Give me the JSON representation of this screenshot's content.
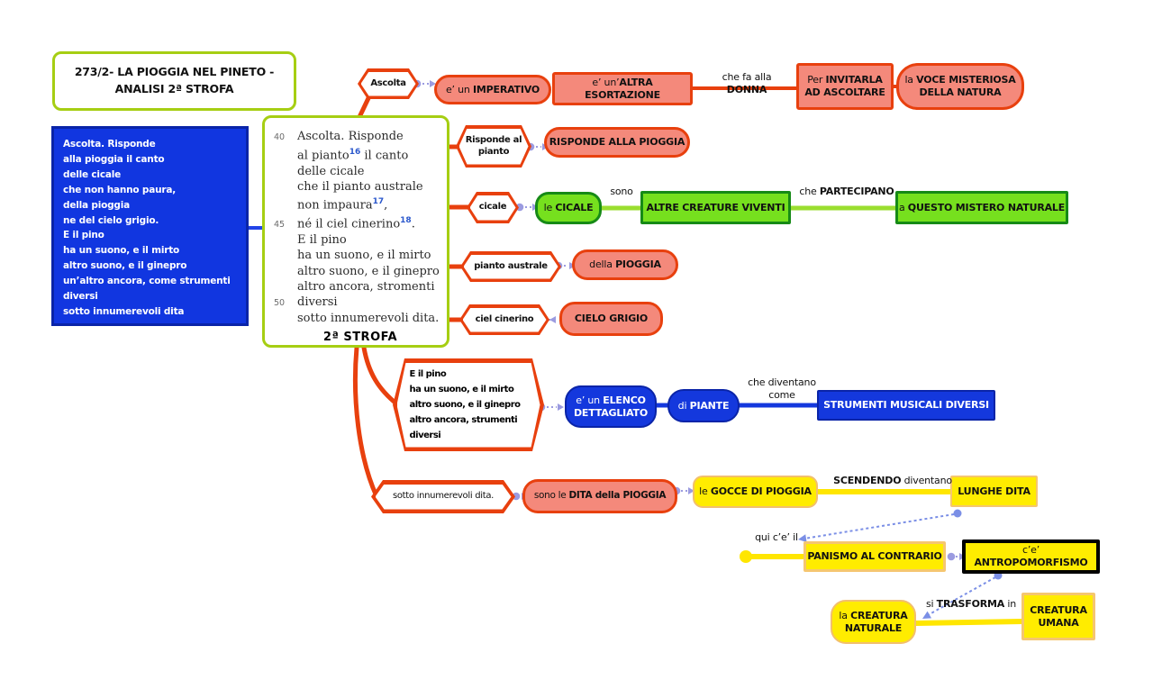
{
  "title": {
    "text": "273/2- LA PIOGGIA NEL PINETO - ANALISI 2ª STROFA"
  },
  "blue_box": {
    "lines": [
      "Ascolta. Risponde",
      "alla pioggia il canto",
      "delle cicale",
      "che non hanno paura,",
      "della pioggia",
      "ne del cielo grigio.",
      "E il pino",
      "ha un suono, e il mirto",
      "altro suono, e il ginepro",
      "un’altro ancora, come strumenti",
      "diversi",
      "sotto innumerevoli dita"
    ]
  },
  "center_box": {
    "lines": [
      {
        "n": "40",
        "t": "Ascolta. Risponde"
      },
      {
        "t": "al pianto",
        "sup": "16",
        "t2": " il canto"
      },
      {
        "t": "delle cicale"
      },
      {
        "t": "che il pianto australe"
      },
      {
        "t": "non impaura",
        "sup": "17",
        "t2": ","
      },
      {
        "n": "45",
        "t": "né il ciel cinerino",
        "sup": "18",
        "t2": "."
      },
      {
        "t": "E il pino"
      },
      {
        "t": "ha un suono, e il mirto"
      },
      {
        "t": "altro suono, e il ginepro"
      },
      {
        "t": "altro ancora, stromenti"
      },
      {
        "n": "50",
        "t": "diversi"
      },
      {
        "t": "sotto innumerevoli dita."
      }
    ],
    "strofa": "2ª STROFA"
  },
  "nodes": {
    "ascolta": {
      "bold": "Ascolta"
    },
    "imperativo": {
      "pre": "e’ un ",
      "bold": "IMPERATIVO"
    },
    "esortazione": {
      "pre": "e’ un’",
      "bold": "ALTRA ESORTAZIONE"
    },
    "invitarla": {
      "pre": "Per ",
      "bold": "INVITARLA AD ASCOLTARE"
    },
    "voce": {
      "pre": "la ",
      "bold": "VOCE MISTERIOSA DELLA NATURA"
    },
    "risponde_pianto": {
      "bold": "Risponde al pianto"
    },
    "risponde_pioggia": {
      "bold": "RISPONDE ALLA PIOGGIA"
    },
    "cicale": {
      "bold": "cicale"
    },
    "le_cicale": {
      "pre": "le ",
      "bold": "CICALE"
    },
    "altre_creature": {
      "bold": "ALTRE CREATURE VIVENTI"
    },
    "mistero": {
      "pre": "a ",
      "bold": "QUESTO MISTERO NATURALE"
    },
    "pianto_australe": {
      "bold": "pianto australe"
    },
    "della_pioggia": {
      "pre": "della ",
      "bold": "PIOGGIA"
    },
    "ciel_cinerino": {
      "bold": "ciel cinerino"
    },
    "cielo_grigio": {
      "bold": "CIELO GRIGIO"
    },
    "pino": {
      "lines": [
        "E il pino",
        "ha un suono, e il mirto",
        "altro suono, e il ginepro",
        "altro ancora, strumenti",
        "diversi"
      ]
    },
    "elenco": {
      "pre": "e’ un ",
      "bold": "ELENCO DETTAGLIATO"
    },
    "di_piante": {
      "pre": "di ",
      "bold": "PIANTE"
    },
    "strumenti": {
      "bold": "STRUMENTI MUSICALI DIVERSI"
    },
    "sotto_dita": {
      "pre": "sotto innumerevoli dita."
    },
    "dita_pioggia": {
      "pre": "sono le ",
      "bold": "DITA della PIOGGIA"
    },
    "gocce": {
      "pre": "le ",
      "bold": "GOCCE DI PIOGGIA"
    },
    "lunghe_dita": {
      "bold": "LUNGHE DITA"
    },
    "panismo": {
      "bold": "PANISMO AL CONTRARIO"
    },
    "antropomorfismo": {
      "pre": "c’e’ ",
      "bold": "ANTROPOMORFISMO"
    },
    "creatura_naturale": {
      "pre": "la ",
      "bold": "CREATURA NATURALE"
    },
    "creatura_umana": {
      "bold": "CREATURA UMANA"
    }
  },
  "edge_labels": {
    "che_fa_alla_donna": {
      "pre": "che fa alla ",
      "bold": "DONNA"
    },
    "sono": {
      "pre": "sono"
    },
    "che_partecipano": {
      "pre": "che ",
      "bold": "PARTECIPANO"
    },
    "che_diventano_come": {
      "pre": "che diventano come"
    },
    "scendendo_diventano": {
      "bold": "SCENDENDO",
      "post": " diventano"
    },
    "qui_ce_il": {
      "pre": "qui c’e’ il"
    },
    "si_trasforma_in": {
      "pre": "si ",
      "bold": "TRASFORMA",
      "post": " in"
    }
  },
  "colors": {
    "red": "#e8400e",
    "pink": "#f4897b",
    "green_fill": "#76e01e",
    "green_border": "#168a16",
    "green_line": "#9ade2f",
    "lime_border": "#a6ce13",
    "blue_box": "#1136e0",
    "blue_node": "#1438dd",
    "yellow": "#ffec00",
    "yellow_border": "#f2bf6e",
    "lavender": "#9b9be0",
    "periwinkle": "#7b8fe6",
    "black": "#000000"
  }
}
